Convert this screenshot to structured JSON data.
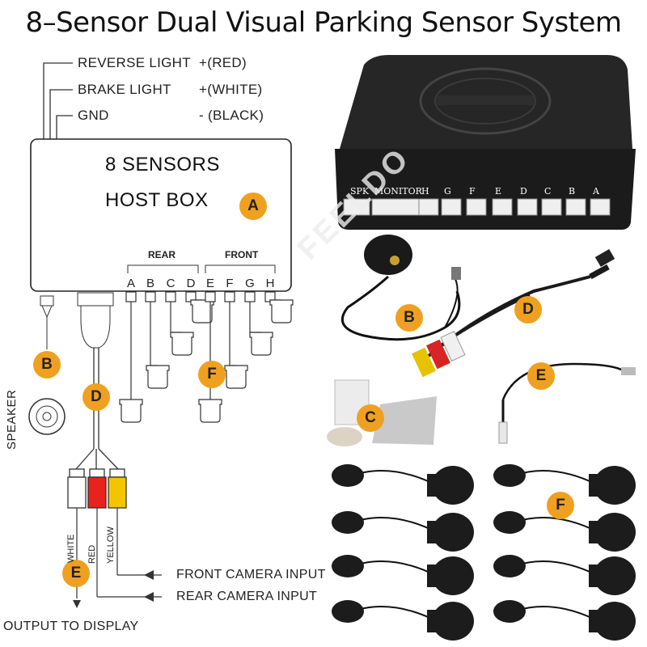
{
  "title": "8–Sensor Dual Visual Parking Sensor System",
  "wires": {
    "reverse": {
      "name": "REVERSE LIGHT",
      "spec": "+(RED)"
    },
    "brake": {
      "name": "BRAKE LIGHT",
      "spec": "+(WHITE)"
    },
    "gnd": {
      "name": "GND",
      "spec": "- (BLACK)"
    }
  },
  "host_box": {
    "line1": "8 SENSORS",
    "line2": "HOST  BOX",
    "badge": "A"
  },
  "groups": {
    "rear": "REAR",
    "front": "FRONT"
  },
  "channels": [
    "A",
    "B",
    "C",
    "D",
    "E",
    "F",
    "G",
    "H"
  ],
  "badges": {
    "speaker": "B",
    "video_cable": "D",
    "output": "E",
    "sensors": "F",
    "accessory": "C"
  },
  "speaker_label": "SPEAKER",
  "rca_colors": {
    "white": "WHITE",
    "red": "RED",
    "yellow": "YELLOW"
  },
  "inputs": {
    "front": "FRONT CAMERA INPUT",
    "rear": "REAR CAMERA INPUT"
  },
  "output": "OUTPUT TO DISPLAY",
  "product_ports": [
    "SPK",
    "MONITOR",
    "H",
    "G",
    "F",
    "E",
    "D",
    "C",
    "B",
    "A"
  ],
  "watermark": "FEELDO",
  "colors": {
    "badge": "#f0a020",
    "rca_white": "#ffffff",
    "rca_red": "#e8231c",
    "rca_yellow": "#f2c500",
    "device": "#1c1c1c"
  }
}
